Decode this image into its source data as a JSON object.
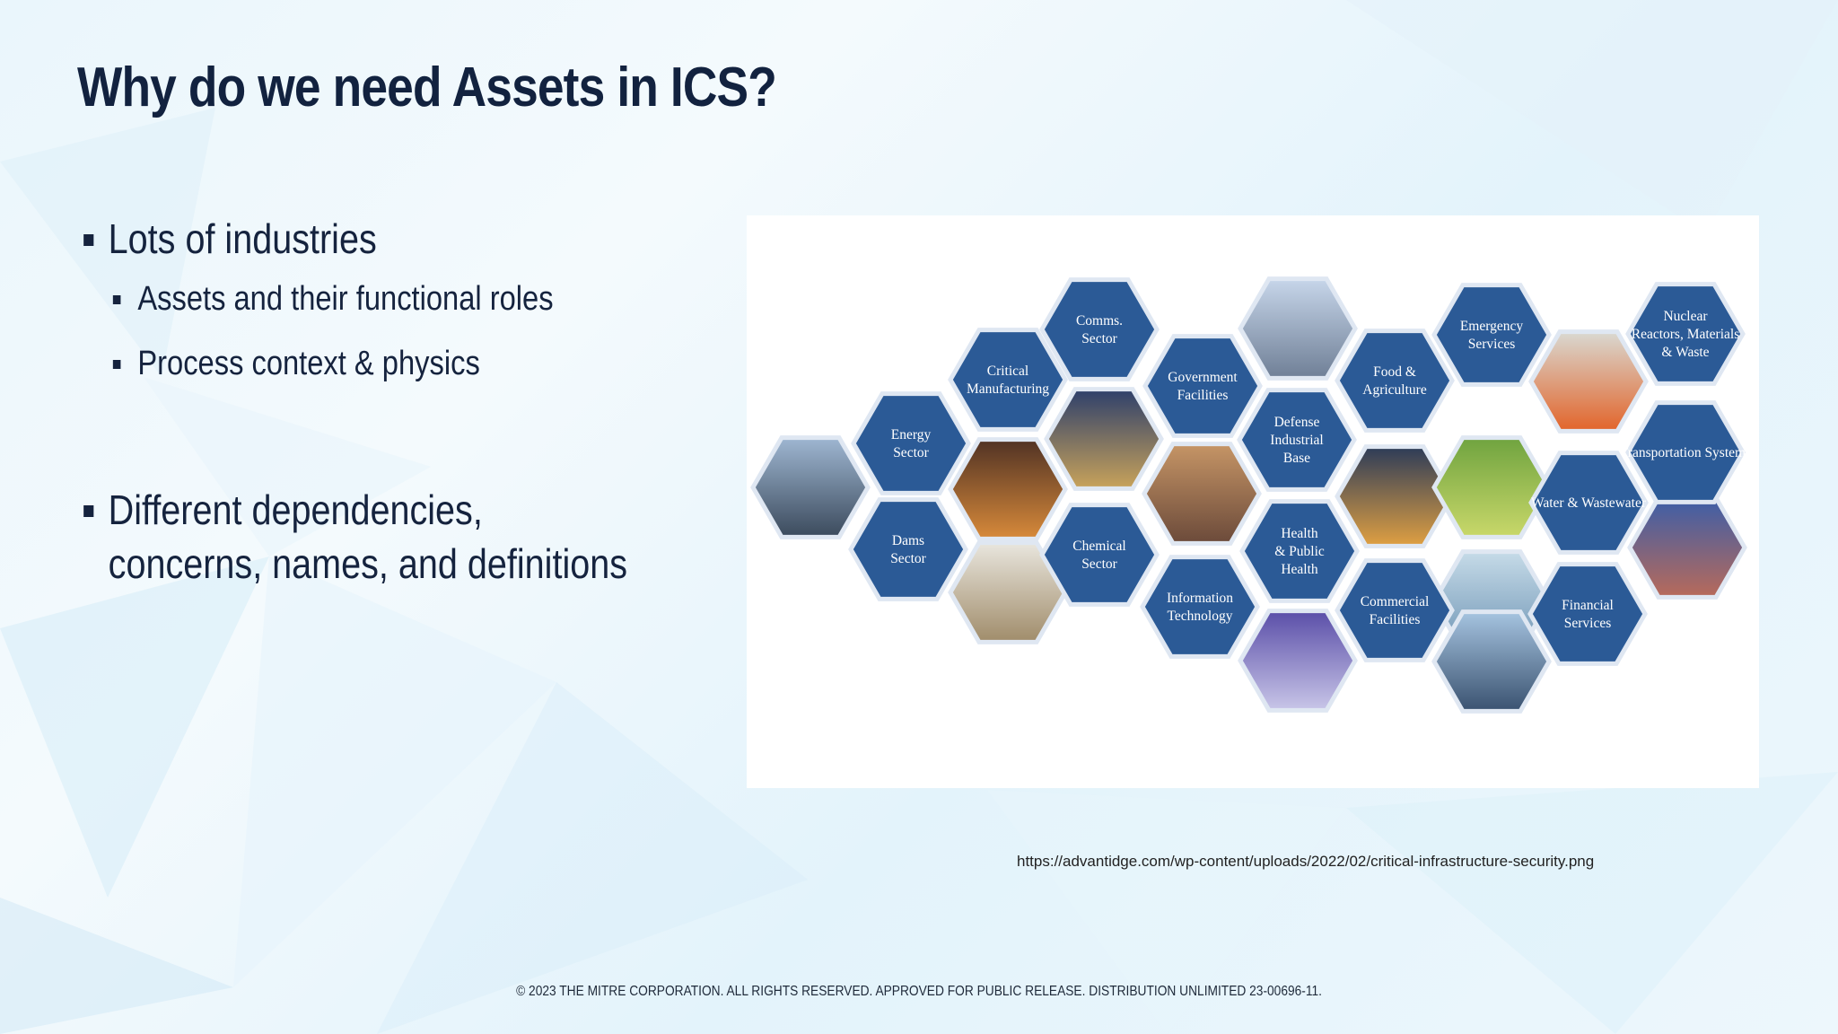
{
  "slide": {
    "title": "Why do we need Assets in ICS?",
    "bullets": [
      {
        "text": "Lots of industries",
        "level": 1
      },
      {
        "text": "Assets and their functional roles",
        "level": 2
      },
      {
        "text": "Process context & physics",
        "level": 2
      },
      {
        "text": "Different dependencies, concerns, names, and definitions",
        "level": 1
      }
    ],
    "source_url": "https://advantidge.com/wp-content/uploads/2022/02/critical-infrastructure-security.png",
    "copyright": "© 2023 THE MITRE CORPORATION. ALL RIGHTS RESERVED. APPROVED FOR PUBLIC RELEASE. DISTRIBUTION UNLIMITED 23-00696-11."
  },
  "colors": {
    "hex_fill": "#2b5a96",
    "hex_border": "#dfe7f2",
    "title": "#12223f"
  },
  "sectors": [
    {
      "label": "Comms.\nSector"
    },
    {
      "label": "Critical\nManufacturing"
    },
    {
      "label": "Government\nFacilities"
    },
    {
      "label": "Food &\nAgriculture"
    },
    {
      "label": "Emergency\nServices"
    },
    {
      "label": "Nuclear\nReactors, Materials\n& Waste"
    },
    {
      "label": "Energy\nSector"
    },
    {
      "label": "Defense\nIndustrial\nBase"
    },
    {
      "label": "Transportation Systems"
    },
    {
      "label": "Water & Wastewater"
    },
    {
      "label": "Dams\nSector"
    },
    {
      "label": "Chemical\nSector"
    },
    {
      "label": "Health\n& Public\nHealth"
    },
    {
      "label": "Information\nTechnology"
    },
    {
      "label": "Commercial\nFacilities"
    },
    {
      "label": "Financial\nServices"
    }
  ],
  "photos": [
    {
      "name": "power-lines-photo"
    },
    {
      "name": "satellite-tower-photo"
    },
    {
      "name": "capitol-building-photo"
    },
    {
      "name": "helicopter-photo"
    },
    {
      "name": "factory-worker-photo"
    },
    {
      "name": "cooling-towers-photo"
    },
    {
      "name": "welder-photo"
    },
    {
      "name": "corn-field-photo"
    },
    {
      "name": "bridge-photo"
    },
    {
      "name": "documents-photo"
    },
    {
      "name": "vials-photo"
    },
    {
      "name": "water-bottles-photo"
    },
    {
      "name": "skyscrapers-photo"
    }
  ]
}
